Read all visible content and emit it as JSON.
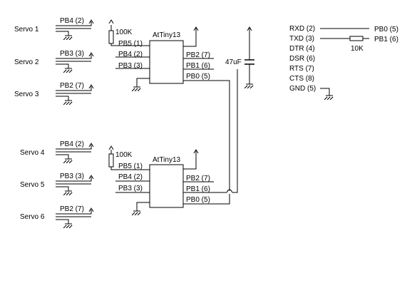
{
  "schematic": {
    "servos": [
      {
        "label": "Servo 1",
        "pin": "PB4 (2)"
      },
      {
        "label": "Servo 2",
        "pin": "PB3 (3)"
      },
      {
        "label": "Servo 3",
        "pin": "PB2 (7)"
      },
      {
        "label": "Servo 4",
        "pin": "PB4 (2)"
      },
      {
        "label": "Servo 5",
        "pin": "PB3 (3)"
      },
      {
        "label": "Servo 6",
        "pin": "PB2 (7)"
      }
    ],
    "chips": [
      {
        "name": "AtTiny13",
        "resistor": "100K",
        "left_pins": [
          "PB5 (1)",
          "PB4 (2)",
          "PB3 (3)"
        ],
        "right_pins": [
          "PB2 (7)",
          "PB1 (6)",
          "PB0 (5)"
        ]
      },
      {
        "name": "AtTiny13",
        "resistor": "100K",
        "left_pins": [
          "PB5 (1)",
          "PB4 (2)",
          "PB3 (3)"
        ],
        "right_pins": [
          "PB2 (7)",
          "PB1 (6)",
          "PB0 (5)"
        ]
      }
    ],
    "capacitor": "47uF",
    "serial": {
      "pins": [
        "RXD (2)",
        "TXD (3)",
        "DTR (4)",
        "DSR (6)",
        "RTS (7)",
        "CTS (8)",
        "GND (5)"
      ],
      "targets": [
        "PB0 (5)",
        "PB1 (6)"
      ],
      "resistor": "10K"
    }
  }
}
